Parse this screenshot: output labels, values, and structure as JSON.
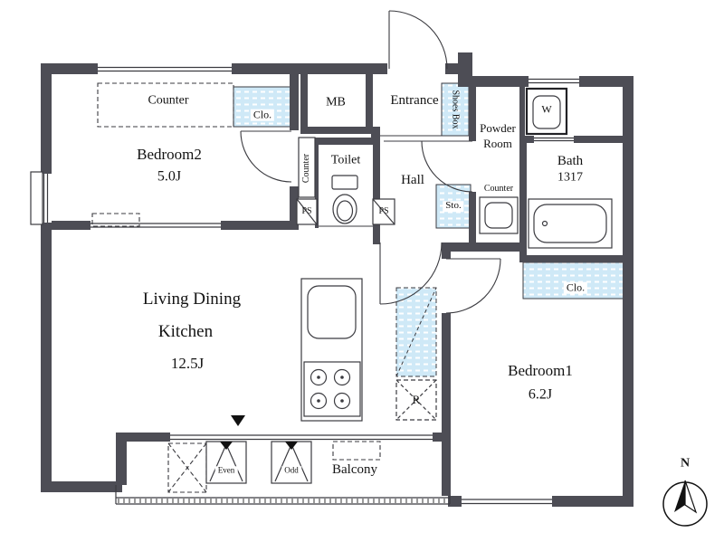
{
  "colors": {
    "wall": "#4d4d55",
    "hatch_fill": "#cfe9f7",
    "hatch_stripe": "#ffffff",
    "outline": "#3b3b40",
    "marker": "#111111"
  },
  "rooms": {
    "bedroom2": {
      "name": "Bedroom2",
      "size": "5.0J"
    },
    "ldk": {
      "line1": "Living Dining",
      "line2": "Kitchen",
      "size": "12.5J"
    },
    "bedroom1": {
      "name": "Bedroom1",
      "size": "6.2J"
    },
    "bath": {
      "name": "Bath",
      "size": "1317"
    },
    "powder_room": {
      "line1": "Powder",
      "line2": "Room"
    },
    "toilet": "Toilet",
    "hall": "Hall",
    "entrance": "Entrance",
    "balcony": "Balcony"
  },
  "features": {
    "counter_bedroom2": "Counter",
    "counter_kitchen": "Counter",
    "counter_powder": "Counter",
    "clo_bedroom2": "Clo.",
    "clo_bedroom1": "Clo.",
    "shoes_box": "Shoes Box",
    "storage": "Sto.",
    "meter_box": "MB",
    "ps_left": "PS",
    "ps_right": "PS",
    "washer": "W",
    "refrigerator": "R",
    "panel_even": "Even",
    "panel_odd": "Odd"
  },
  "compass": {
    "north": "N"
  }
}
